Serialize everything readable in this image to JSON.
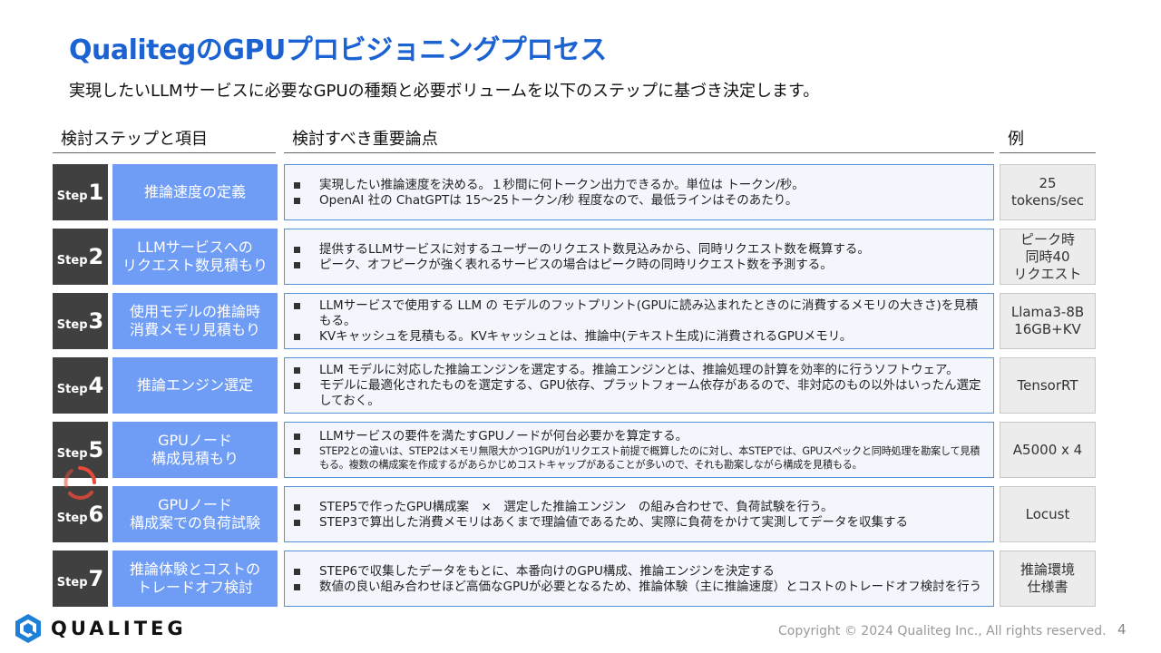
{
  "title": "QualitegのGPUプロビジョニングプロセス",
  "subtitle": "実現したいLLMサービスに必要なGPUの種類と必要ボリュームを以下のステップに基づき決定します。",
  "headers": {
    "step": "検討ステップと項目",
    "points": "検討すべき重要論点",
    "example": "例"
  },
  "step_word": "Step",
  "steps": [
    {
      "num": "1",
      "name": "推論速度の定義",
      "points": [
        "実現したい推論速度を決める。１秒間に何トークン出力できるか。単位は トークン/秒。",
        "OpenAI 社の ChatGPTは 15～25トークン/秒 程度なので、最低ラインはそのあたり。"
      ],
      "example": "25\ntokens/sec"
    },
    {
      "num": "2",
      "name": "LLMサービスへの\nリクエスト数見積もり",
      "points": [
        "提供するLLMサービスに対するユーザーのリクエスト数見込みから、同時リクエスト数を概算する。",
        "ピーク、オフピークが強く表れるサービスの場合はピーク時の同時リクエスト数を予測する。"
      ],
      "example": "ピーク時\n同時40\nリクエスト"
    },
    {
      "num": "3",
      "name": "使用モデルの推論時\n消費メモリ見積もり",
      "points": [
        "LLMサービスで使用する LLM の モデルのフットプリント(GPUに読み込まれたときのに消費するメモリの大きさ)を見積もる。",
        "KVキャッシュを見積もる。KVキャッシュとは、推論中(テキスト生成)に消費されるGPUメモリ。"
      ],
      "example": "Llama3-8B\n16GB+KV"
    },
    {
      "num": "4",
      "name": "推論エンジン選定",
      "points": [
        "LLM モデルに対応した推論エンジンを選定する。推論エンジンとは、推論処理の計算を効率的に行うソフトウェア。",
        "モデルに最適化されたものを選定する、GPU依存、プラットフォーム依存があるので、非対応のもの以外はいったん選定しておく。"
      ],
      "example": "TensorRT"
    },
    {
      "num": "5",
      "name": "GPUノード\n構成見積もり",
      "points": [
        "LLMサービスの要件を満たすGPUノードが何台必要かを算定する。",
        "STEP2との違いは、STEP2はメモリ無限大かつ1GPUが1リクエスト前提で概算したのに対し、本STEPでは、GPUスペックと同時処理を勘案して見積もる。複数の構成案を作成するがあらかじめコストキャップがあることが多いので、それも勘案しながら構成を見積もる。"
      ],
      "example": "A5000 x 4"
    },
    {
      "num": "6",
      "name": "GPUノード\n構成案での負荷試験",
      "points": [
        "STEP5で作ったGPU構成案　×　選定した推論エンジン　の組み合わせで、負荷試験を行う。",
        "STEP3で算出した消費メモリはあくまで理論値であるため、実際に負荷をかけて実測してデータを収集する"
      ],
      "example": "Locust"
    },
    {
      "num": "7",
      "name": "推論体験とコストの\nトレードオフ検討",
      "points": [
        "STEP6で収集したデータをもとに、本番向けのGPU構成、推論エンジンを決定する",
        "数値の良い組み合わせほど高価なGPUが必要となるため、推論体験（主に推論速度）とコストのトレードオフ検討を行う"
      ],
      "example": "推論環境\n仕様書"
    }
  ],
  "footer": {
    "logo": "QUALITEG",
    "copyright": "Copyright © 2024 Qualiteg Inc., All rights reserved.",
    "page": "4"
  },
  "colors": {
    "title": "#1b62d2",
    "step_bg": "#404040",
    "name_bg": "#6f9df5",
    "points_border": "#5a92d8",
    "example_bg": "#ececec"
  }
}
